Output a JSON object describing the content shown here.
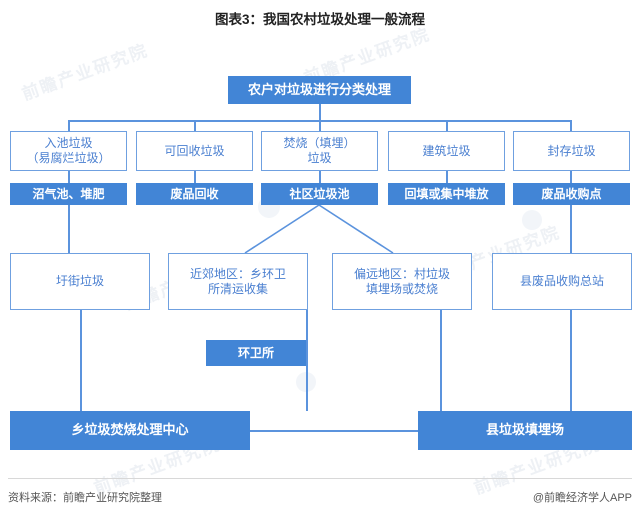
{
  "title": "图表3：我国农村垃圾处理一般流程",
  "colors": {
    "fill_blue": "#4285d6",
    "outline_blue": "#6fa0e0",
    "text_blue": "#4a7fd0",
    "line_blue": "#5b93dd",
    "title_text": "#222222",
    "footer_text": "#555555",
    "background": "#ffffff"
  },
  "chart_data": {
    "type": "diagram",
    "title": "图表3：我国农村垃圾处理一般流程",
    "nodes": [
      {
        "id": "root",
        "label": "农户对垃圾进行分类处理",
        "style": "fill",
        "level": 1
      },
      {
        "id": "c1",
        "label": "入池垃圾\n（易腐烂垃圾）",
        "style": "outline",
        "level": 2
      },
      {
        "id": "c2",
        "label": "可回收垃圾",
        "style": "outline",
        "level": 2
      },
      {
        "id": "c3",
        "label": "焚烧（填埋）\n垃圾",
        "style": "outline",
        "level": 2
      },
      {
        "id": "c4",
        "label": "建筑垃圾",
        "style": "outline",
        "level": 2
      },
      {
        "id": "c5",
        "label": "封存垃圾",
        "style": "outline",
        "level": 2
      },
      {
        "id": "d1",
        "label": "沼气池、堆肥",
        "style": "fill",
        "level": 3
      },
      {
        "id": "d2",
        "label": "废品回收",
        "style": "fill",
        "level": 3
      },
      {
        "id": "d3",
        "label": "社区垃圾池",
        "style": "fill",
        "level": 3
      },
      {
        "id": "d4",
        "label": "回填或集中堆放",
        "style": "fill",
        "level": 3
      },
      {
        "id": "d5",
        "label": "废品收购点",
        "style": "fill",
        "level": 3
      },
      {
        "id": "e1",
        "label": "圩街垃圾",
        "style": "outline",
        "level": 4
      },
      {
        "id": "e2",
        "label": "近郊地区：乡环卫\n所清运收集",
        "style": "outline",
        "level": 4
      },
      {
        "id": "e3",
        "label": "偏远地区：村垃圾\n填埋场或焚烧",
        "style": "outline",
        "level": 4
      },
      {
        "id": "e4",
        "label": "县废品收购总站",
        "style": "outline",
        "level": 4
      },
      {
        "id": "f1",
        "label": "环卫所",
        "style": "fill",
        "level": 5
      },
      {
        "id": "g1",
        "label": "乡垃圾焚烧处理中心",
        "style": "fill",
        "level": 6
      },
      {
        "id": "g2",
        "label": "县垃圾填埋场",
        "style": "fill",
        "level": 6
      }
    ],
    "edges": [
      {
        "from": "root",
        "to": "c1"
      },
      {
        "from": "root",
        "to": "c2"
      },
      {
        "from": "root",
        "to": "c3"
      },
      {
        "from": "root",
        "to": "c4"
      },
      {
        "from": "root",
        "to": "c5"
      },
      {
        "from": "c1",
        "to": "d1"
      },
      {
        "from": "c2",
        "to": "d2"
      },
      {
        "from": "c3",
        "to": "d3"
      },
      {
        "from": "c4",
        "to": "d4"
      },
      {
        "from": "c5",
        "to": "d5"
      },
      {
        "from": "d1",
        "to": "e1"
      },
      {
        "from": "d3",
        "to": "e2"
      },
      {
        "from": "d3",
        "to": "e3"
      },
      {
        "from": "d5",
        "to": "e4"
      },
      {
        "from": "e2",
        "to": "f1"
      },
      {
        "from": "e1",
        "to": "g1"
      },
      {
        "from": "e2",
        "to": "g1"
      },
      {
        "from": "e3",
        "to": "g2"
      },
      {
        "from": "e4",
        "to": "g2"
      },
      {
        "from": "g1",
        "to": "g2"
      }
    ]
  },
  "nodes": {
    "root": "农户对垃圾进行分类处理",
    "c1_line1": "入池垃圾",
    "c1_line2": "（易腐烂垃圾）",
    "c2": "可回收垃圾",
    "c3_line1": "焚烧（填埋）",
    "c3_line2": "垃圾",
    "c4": "建筑垃圾",
    "c5": "封存垃圾",
    "d1": "沼气池、堆肥",
    "d2": "废品回收",
    "d3": "社区垃圾池",
    "d4": "回填或集中堆放",
    "d5": "废品收购点",
    "e1": "圩街垃圾",
    "e2_line1": "近郊地区：乡环卫",
    "e2_line2": "所清运收集",
    "e3_line1": "偏远地区：村垃圾",
    "e3_line2": "填埋场或焚烧",
    "e4": "县废品收购总站",
    "f1": "环卫所",
    "g1": "乡垃圾焚烧处理中心",
    "g2": "县垃圾填埋场"
  },
  "footer": {
    "source": "资料来源：前瞻产业研究院整理",
    "attribution": "@前瞻经济学人APP"
  },
  "watermarks": {
    "w1": "前瞻产业研究院",
    "w2": "前瞻产业研究院",
    "w3": "前瞻产业研究院",
    "w4": "前瞻产业研究院",
    "w5": "前瞻产业研究院",
    "w6": "前瞻产业研究院"
  }
}
